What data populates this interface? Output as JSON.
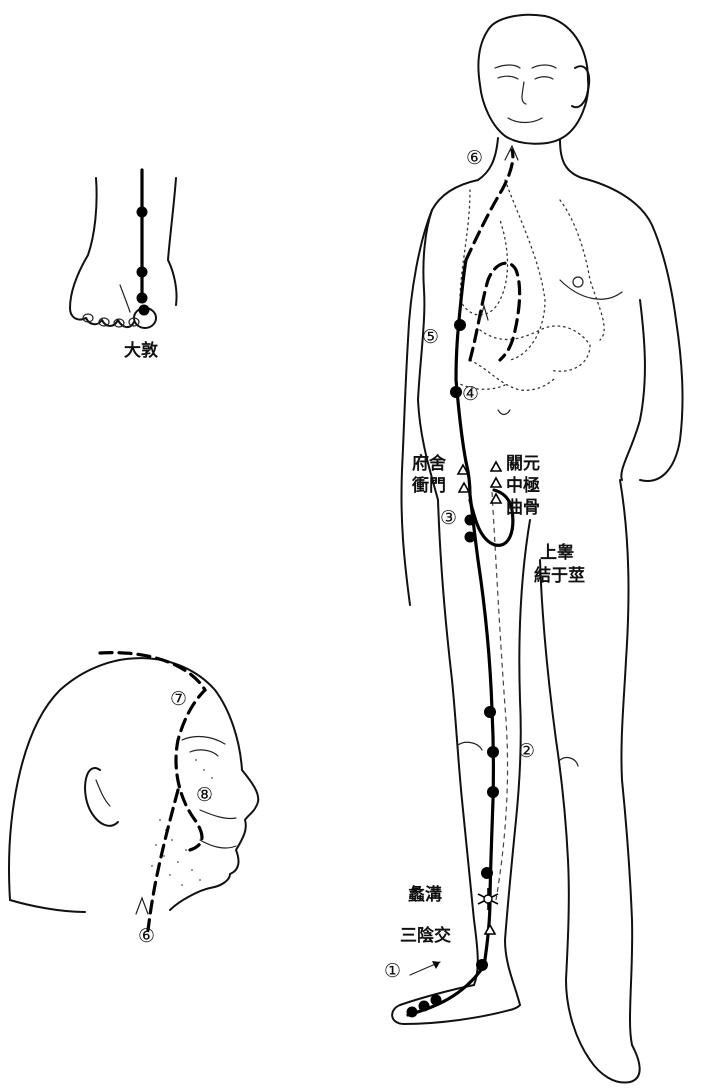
{
  "foot_inset": {
    "point_label": "大敦"
  },
  "body": {
    "acupoint_labels": {
      "fushe_chongmen": [
        "府舍",
        "衝門"
      ],
      "guanyuan_group": [
        "關元",
        "中極",
        "曲骨"
      ],
      "lougou": "蠡溝",
      "sanyinjiao": "三陰交",
      "upper_connect": [
        "上睾",
        "結于莖"
      ]
    },
    "path_numbers": {
      "n1": "①",
      "n2": "②",
      "n3": "③",
      "n4": "④",
      "n5": "⑤",
      "n6_neck": "⑥"
    }
  },
  "head_inset": {
    "path_numbers": {
      "n6": "⑥",
      "n7": "⑦",
      "n8": "⑧"
    }
  },
  "colors": {
    "ink": "#000000",
    "paper": "#ffffff"
  }
}
